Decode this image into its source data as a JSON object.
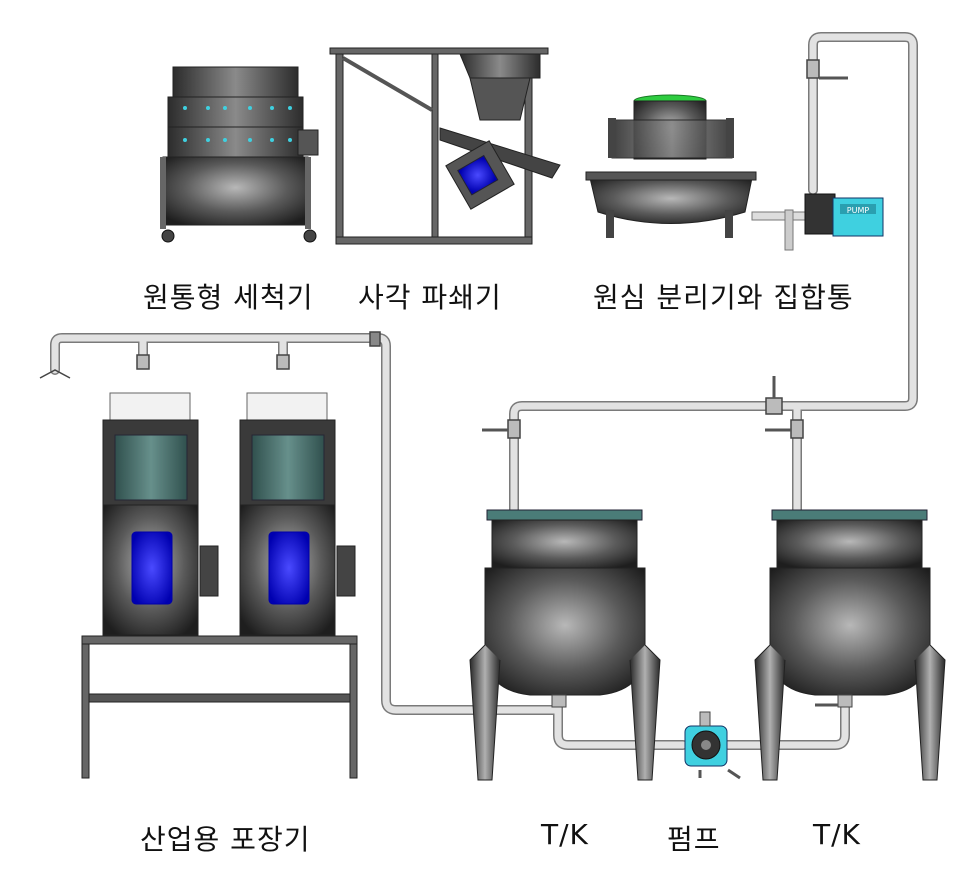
{
  "labels": {
    "washer": "원통형 세척기",
    "crusher": "사각 파쇄기",
    "centrifuge": "원심 분리기와 집합통",
    "packer": "산업용 포장기",
    "tank_left": "T/K",
    "pump": "펌프",
    "tank_right": "T/K"
  },
  "pump_badge": "PUMP",
  "colors": {
    "pipe": "#d8d8d8",
    "pipe_stroke": "#7a7a7a",
    "metal_dark": "#3a3a3a",
    "frame": "#555555",
    "accent_cyan": "#3fd0e0",
    "accent_blue": "#1010d8",
    "lid_teal": "#4a7c78",
    "lid_green": "#2ecc40"
  }
}
